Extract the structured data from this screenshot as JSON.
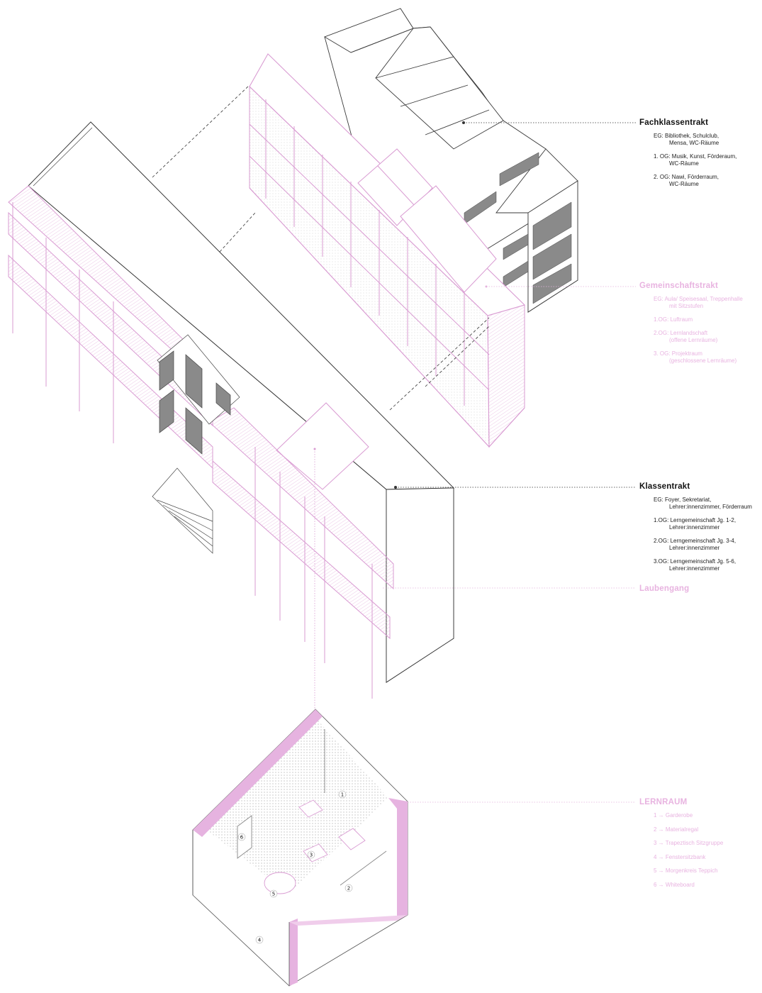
{
  "colors": {
    "line": "#333333",
    "pink": "#d99bd2",
    "pink_fill": "#f0cdeb",
    "pink_text": "#e8b3e0"
  },
  "labels": {
    "fachklassentrakt": {
      "title": "Fachklassentrakt",
      "items": [
        {
          "l1": "EG: Bibliothek, Schulclub,",
          "l2": "Mensa, WC-Räume"
        },
        {
          "l1": "1. OG: Musik, Kunst, Förderaum,",
          "l2": "WC-Räume"
        },
        {
          "l1": "2. OG: Nawi, Förderraum,",
          "l2": "WC-Räume"
        }
      ]
    },
    "gemeinschaftstrakt": {
      "title": "Gemeinschaftstrakt",
      "items": [
        {
          "l1": "EG: Aula/ Speisesaal, Treppenhalle",
          "l2": "mit Sitzstufen"
        },
        {
          "l1": "1.OG: Luftraum",
          "l2": ""
        },
        {
          "l1": "2.OG: Lernlandschaft",
          "l2": "(offene Lernräume)"
        },
        {
          "l1": "3. OG: Projektraum",
          "l2": "(geschlossene Lernräume)"
        }
      ]
    },
    "klassentrakt": {
      "title": "Klassentrakt",
      "items": [
        {
          "l1": "EG: Foyer, Sekretariat,",
          "l2": "Lehrer:innenzimmer, Förderraum"
        },
        {
          "l1": "1.OG: Lerngemeinschaft Jg. 1-2,",
          "l2": "Lehrer:innenzimmer"
        },
        {
          "l1": "2.OG: Lerngemeinschaft Jg. 3-4,",
          "l2": "Lehrer:innenzimmer"
        },
        {
          "l1": "3.OG: Lerngemeinschaft Jg. 5-6,",
          "l2": "Lehrer:innenzimmer"
        }
      ]
    },
    "laubengang": {
      "title": "Laubengang"
    },
    "lernraum": {
      "title": "LERNRAUM",
      "items": [
        "1 → Garderobe",
        "2 → Materialregal",
        "3 → Trapeztisch Sitzgruppe",
        "4 → Fenstersitzbank",
        "5 → Morgenkreis Teppich",
        "6 → Whiteboard"
      ]
    }
  },
  "room_markers": [
    "1",
    "2",
    "3",
    "4",
    "5",
    "6"
  ]
}
